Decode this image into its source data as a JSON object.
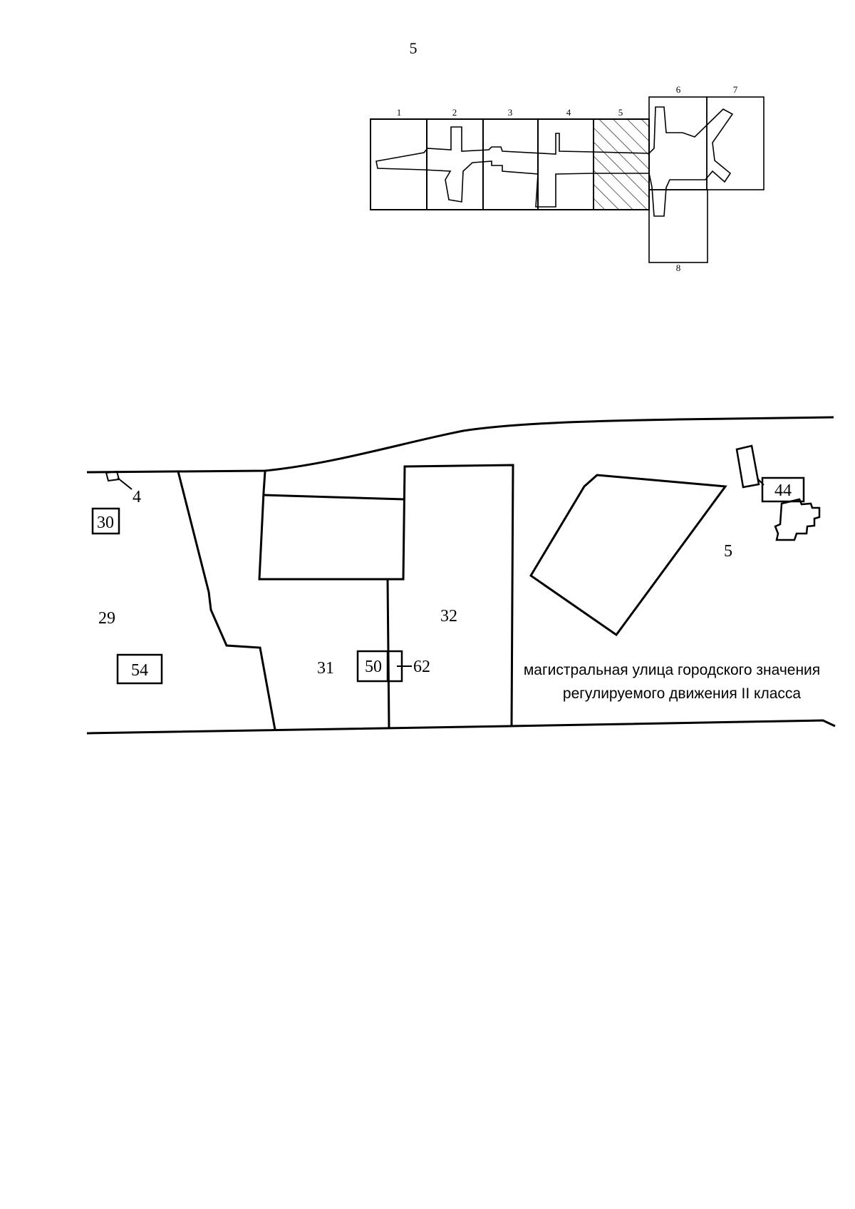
{
  "page": {
    "sheet_number": "5"
  },
  "key_map": {
    "sheet_labels": [
      "1",
      "2",
      "3",
      "4",
      "5",
      "6",
      "7",
      "8"
    ],
    "highlighted_sheet": "5"
  },
  "plan": {
    "parcel_numbers": {
      "p4": "4",
      "p29": "29",
      "p31": "31",
      "p32": "32",
      "p5": "5",
      "p62": "62"
    },
    "boxed_numbers": {
      "b30": "30",
      "b54": "54",
      "b50": "50",
      "b44": "44"
    },
    "street_label": {
      "line1": "магистральная улица городского значения",
      "line2": "регулируемого движения II класса"
    }
  }
}
